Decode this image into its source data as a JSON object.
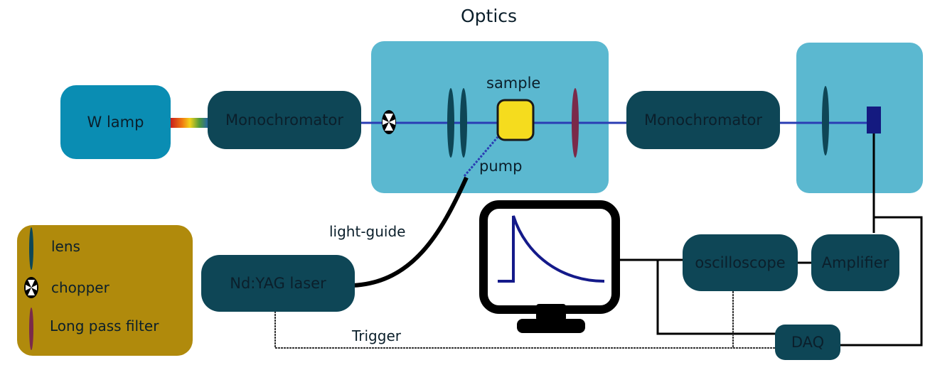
{
  "title": "Optics",
  "blocks": {
    "w_lamp": "W lamp",
    "monochromator_in": "Monochromator",
    "monochromator_out": "Monochromator",
    "laser": "Nd:YAG laser",
    "oscilloscope": "oscilloscope",
    "amplifier": "Amplifier",
    "daq": "DAQ"
  },
  "labels": {
    "sample": "sample",
    "pump": "pump",
    "light_guide": "light-guide",
    "trigger": "Trigger"
  },
  "legend": [
    {
      "icon": "lens-icon",
      "label": "lens"
    },
    {
      "icon": "chopper-icon",
      "label": "chopper"
    },
    {
      "icon": "long-pass-filter-icon",
      "label": "Long pass filter"
    }
  ],
  "colors": {
    "lamp_box": "#0a8db3",
    "dark_box": "#0e4656",
    "optics_panel": "#5bb8d0",
    "beam": "#2a3db3",
    "sample": "#f5dc1e",
    "legend_bg": "#b08a0c",
    "filter": "#7a2a4a",
    "lens": "#0e4656"
  }
}
